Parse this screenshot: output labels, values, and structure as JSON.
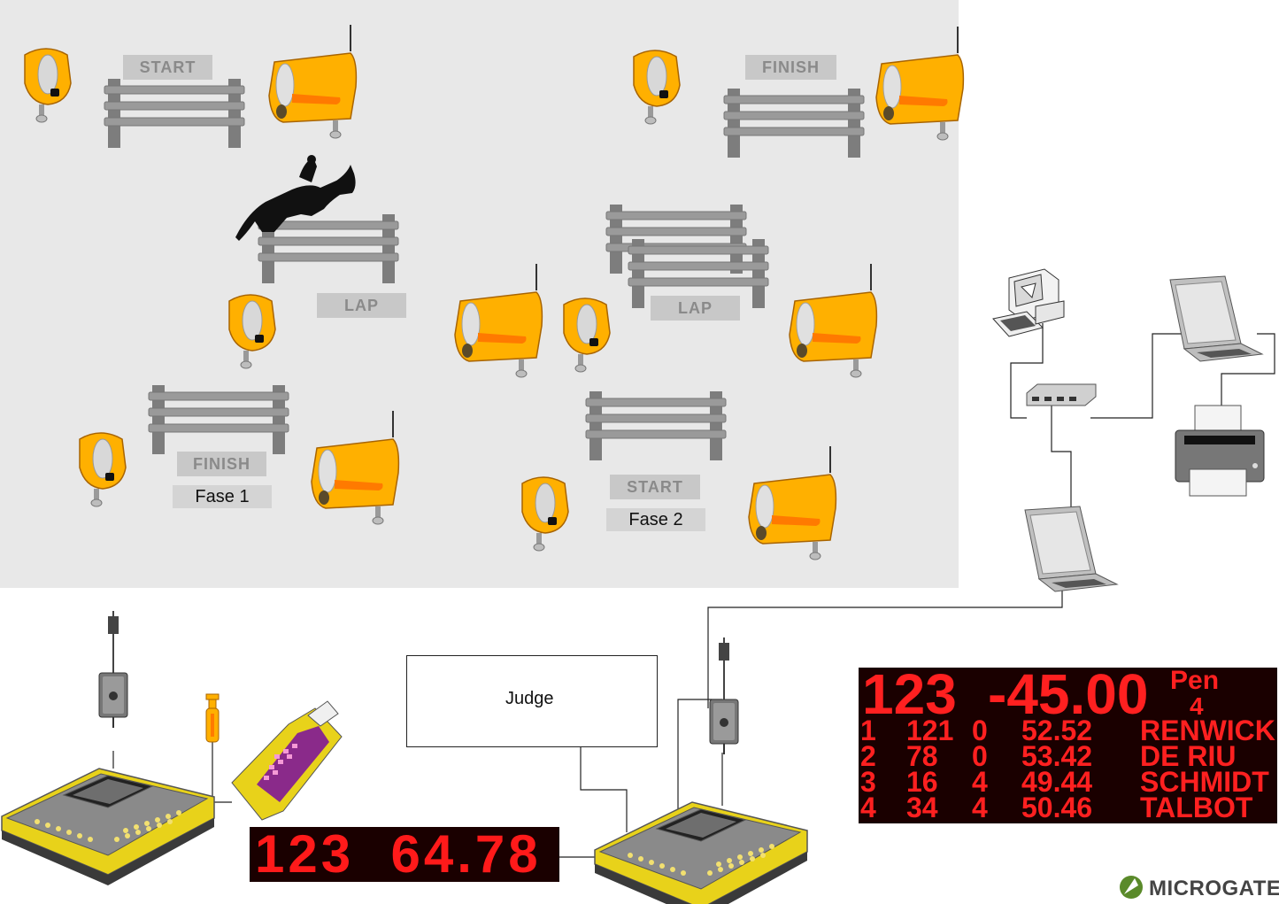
{
  "field": {
    "labels": {
      "start_top": "START",
      "finish_top": "FINISH",
      "lap_left": "LAP",
      "lap_right": "LAP",
      "finish_bottom": "FINISH",
      "start_bottom": "START"
    },
    "phases": {
      "phase1": "Fase 1",
      "phase2": "Fase 2"
    }
  },
  "judge": {
    "label": "Judge"
  },
  "small_display": {
    "bib": "123",
    "time": "64.78"
  },
  "big_display": {
    "header": {
      "bib": "123",
      "time": "-45.00",
      "pen_label": "Pen",
      "pen_value": "4"
    },
    "rows": [
      {
        "rank": "1",
        "bib": "121",
        "pen": "0",
        "time": "52.52",
        "name": "RENWICK"
      },
      {
        "rank": "2",
        "bib": "78",
        "pen": "0",
        "time": "53.42",
        "name": "DE RIU"
      },
      {
        "rank": "3",
        "bib": "16",
        "pen": "4",
        "time": "49.44",
        "name": "SCHMIDT"
      },
      {
        "rank": "4",
        "bib": "34",
        "pen": "4",
        "time": "50.46",
        "name": "TALBOT"
      }
    ]
  },
  "logo": {
    "text": "MICROGATE"
  },
  "colors": {
    "photocell_orange": "#ffb000",
    "photocell_edge": "#c07000",
    "fence_gray": "#8c8c8c",
    "led_red": "#ff1a1a",
    "led_bg": "#1a0000",
    "field_bg": "#e8e8e8",
    "timer_yellow": "#e8d21a",
    "handheld_purple": "#8a2a8a"
  },
  "icons": [
    "photocell-icon",
    "reflector-icon",
    "fence-icon",
    "horse-rider-icon",
    "desktop-computer-icon",
    "laptop-icon",
    "network-switch-icon",
    "printer-icon",
    "radio-module-icon",
    "timer-console-icon",
    "handheld-terminal-icon",
    "judge-pushbutton-icon",
    "microgate-logo-icon"
  ]
}
